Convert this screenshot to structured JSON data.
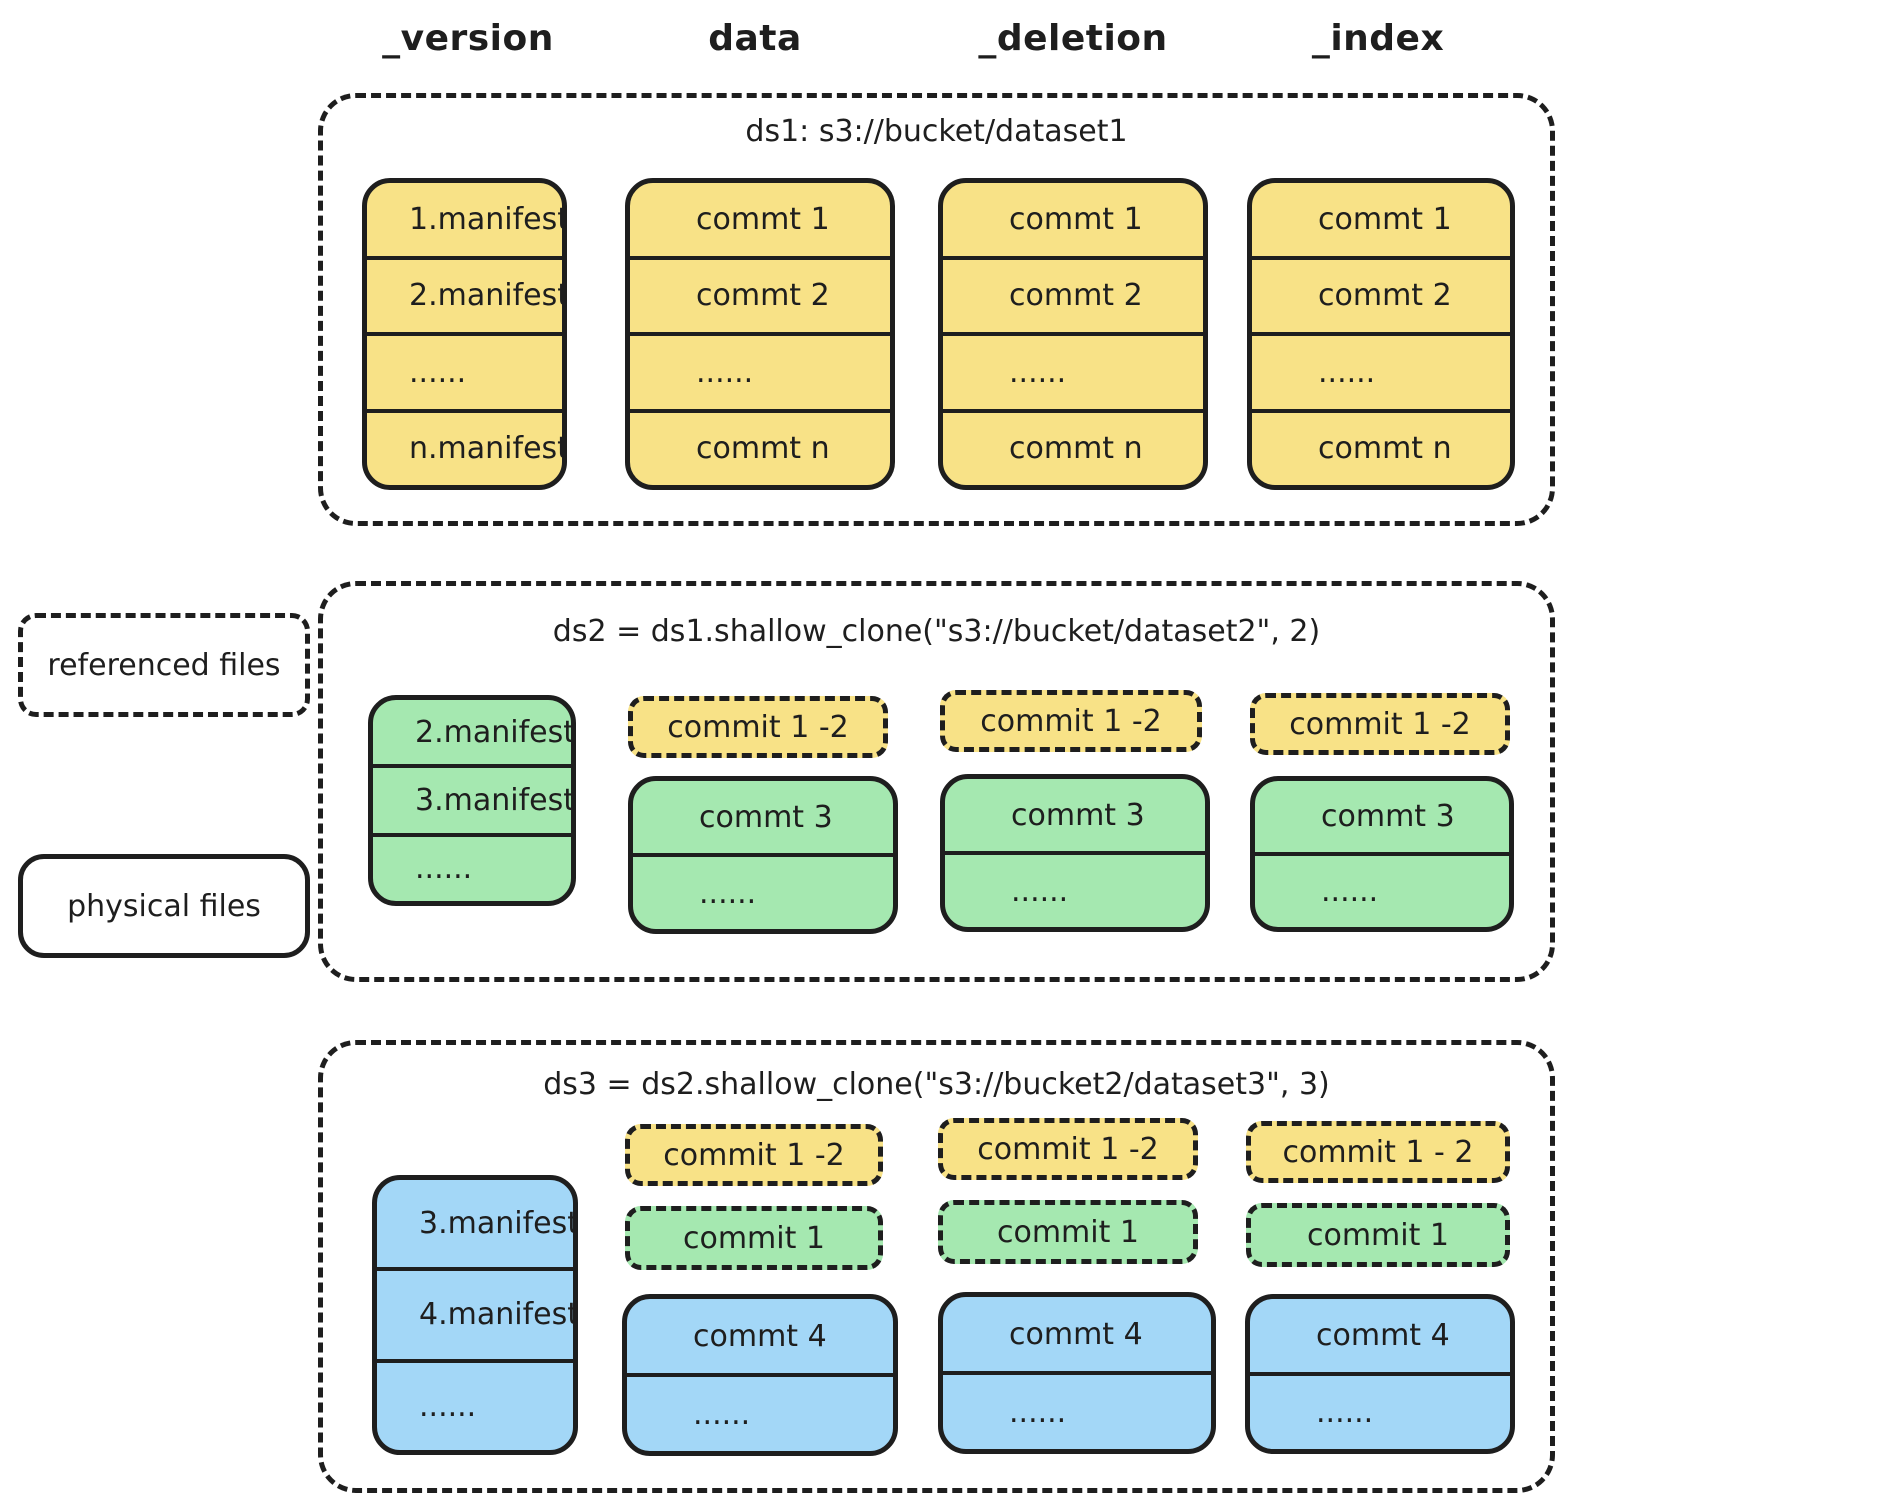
{
  "column_headers": [
    "_version",
    "data",
    "_deletion",
    "_index"
  ],
  "legend": {
    "referenced_label": "referenced files",
    "physical_label": "physical files"
  },
  "colors": {
    "yellow": "#F8E287",
    "green": "#A5E8B0",
    "blue": "#A3D7F7",
    "ink": "#1E1E1E",
    "background": "#FFFFFF"
  },
  "datasets": [
    {
      "name": "ds1",
      "title": "ds1: s3://bucket/dataset1",
      "version_rows": [
        "1.manifest",
        "2.manifest",
        "......",
        "n.manifest"
      ],
      "data_rows": [
        "commt 1",
        "commt 2",
        "......",
        "commt n"
      ],
      "deletion_rows": [
        "commt 1",
        "commt 2",
        "......",
        "commt n"
      ],
      "index_rows": [
        "commt 1",
        "commt 2",
        "......",
        "commt n"
      ]
    },
    {
      "name": "ds2",
      "title": "ds2 = ds1.shallow_clone(\"s3://bucket/dataset2\", 2)",
      "version_rows": [
        "2.manifest",
        "3.manifest",
        "......"
      ],
      "data_ref": "commit 1 -2",
      "deletion_ref": "commit 1 -2",
      "index_ref": "commit 1 -2",
      "data_rows": [
        "commt 3",
        "......"
      ],
      "deletion_rows": [
        "commt 3",
        "......"
      ],
      "index_rows": [
        "commt 3",
        "......"
      ]
    },
    {
      "name": "ds3",
      "title": "ds3 = ds2.shallow_clone(\"s3://bucket2/dataset3\", 3)",
      "version_rows": [
        "3.manifest",
        "4.manifest",
        "......"
      ],
      "data_refs": [
        "commit 1 -2",
        "commit 1"
      ],
      "deletion_refs": [
        "commit 1 -2",
        "commit 1"
      ],
      "index_refs": [
        "commit 1 - 2",
        "commit 1"
      ],
      "data_rows": [
        "commt 4",
        "......"
      ],
      "deletion_rows": [
        "commt 4",
        "......"
      ],
      "index_rows": [
        "commt 4",
        "......"
      ]
    }
  ]
}
